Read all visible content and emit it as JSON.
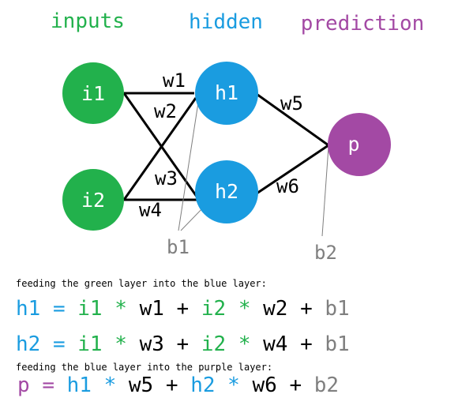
{
  "layers": {
    "inputs": "inputs",
    "hidden": "hidden",
    "prediction": "prediction"
  },
  "nodes": {
    "i1": "i1",
    "i2": "i2",
    "h1": "h1",
    "h2": "h2",
    "p": "p"
  },
  "weights": {
    "w1": "w1",
    "w2": "w2",
    "w3": "w3",
    "w4": "w4",
    "w5": "w5",
    "w6": "w6"
  },
  "biases": {
    "b1": "b1",
    "b2": "b2"
  },
  "colors": {
    "input": "#22b14c",
    "hidden": "#1a9ce0",
    "output": "#a349a4",
    "bias": "#7f7f7f",
    "edge": "#000000"
  },
  "equations": {
    "caption1": "feeding the green layer into the blue layer:",
    "caption2": "feeding the blue layer into the purple layer:",
    "h1": {
      "lhs": "h1",
      "eq": "=",
      "t1": "i1",
      "m1": "*",
      "w1": "w1",
      "plus1": "+",
      "t2": "i2",
      "m2": "*",
      "w2": "w2",
      "plus2": "+",
      "b": "b1"
    },
    "h2": {
      "lhs": "h2",
      "eq": "=",
      "t1": "i1",
      "m1": "*",
      "w1": "w3",
      "plus1": "+",
      "t2": "i2",
      "m2": "*",
      "w2": "w4",
      "plus2": "+",
      "b": "b1"
    },
    "p": {
      "lhs": "p",
      "eq": "=",
      "t1": "h1",
      "m1": "*",
      "w1": "w5",
      "plus1": "+",
      "t2": "h2",
      "m2": "*",
      "w2": "w6",
      "plus2": "+",
      "b": "b2"
    }
  }
}
